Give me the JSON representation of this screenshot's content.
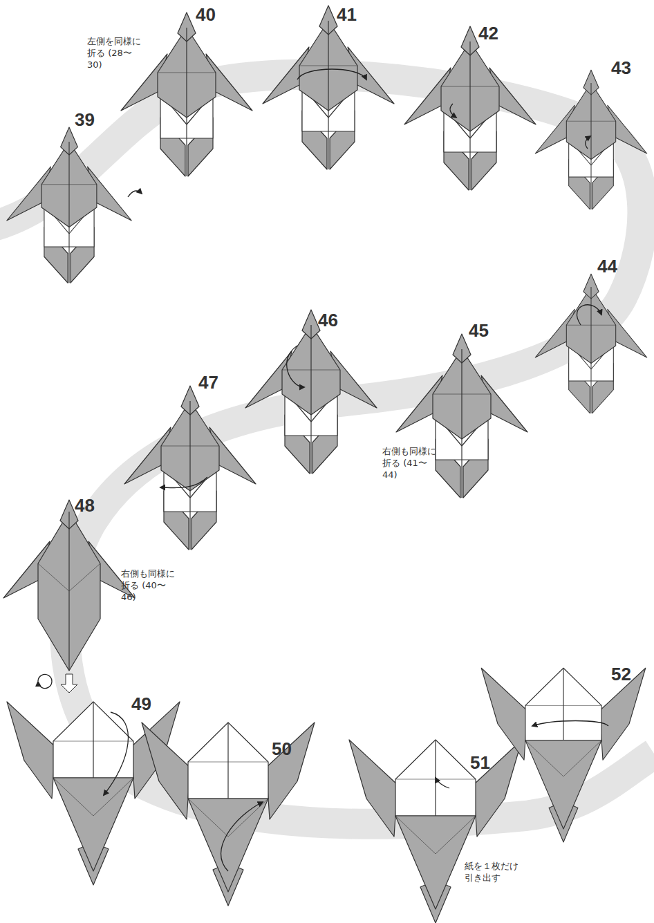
{
  "diagram": {
    "labels": [
      "39",
      "40",
      "左側を同様に 折る (28〜30)",
      "41",
      "42",
      "43",
      "44",
      "45",
      "右側も同様に 折る (41〜44)",
      "46",
      "47",
      "48",
      "右側も同様に 折る (40〜46)",
      "49",
      "50",
      "51",
      "紙を１枚だけ 引き出す",
      "52"
    ]
  }
}
